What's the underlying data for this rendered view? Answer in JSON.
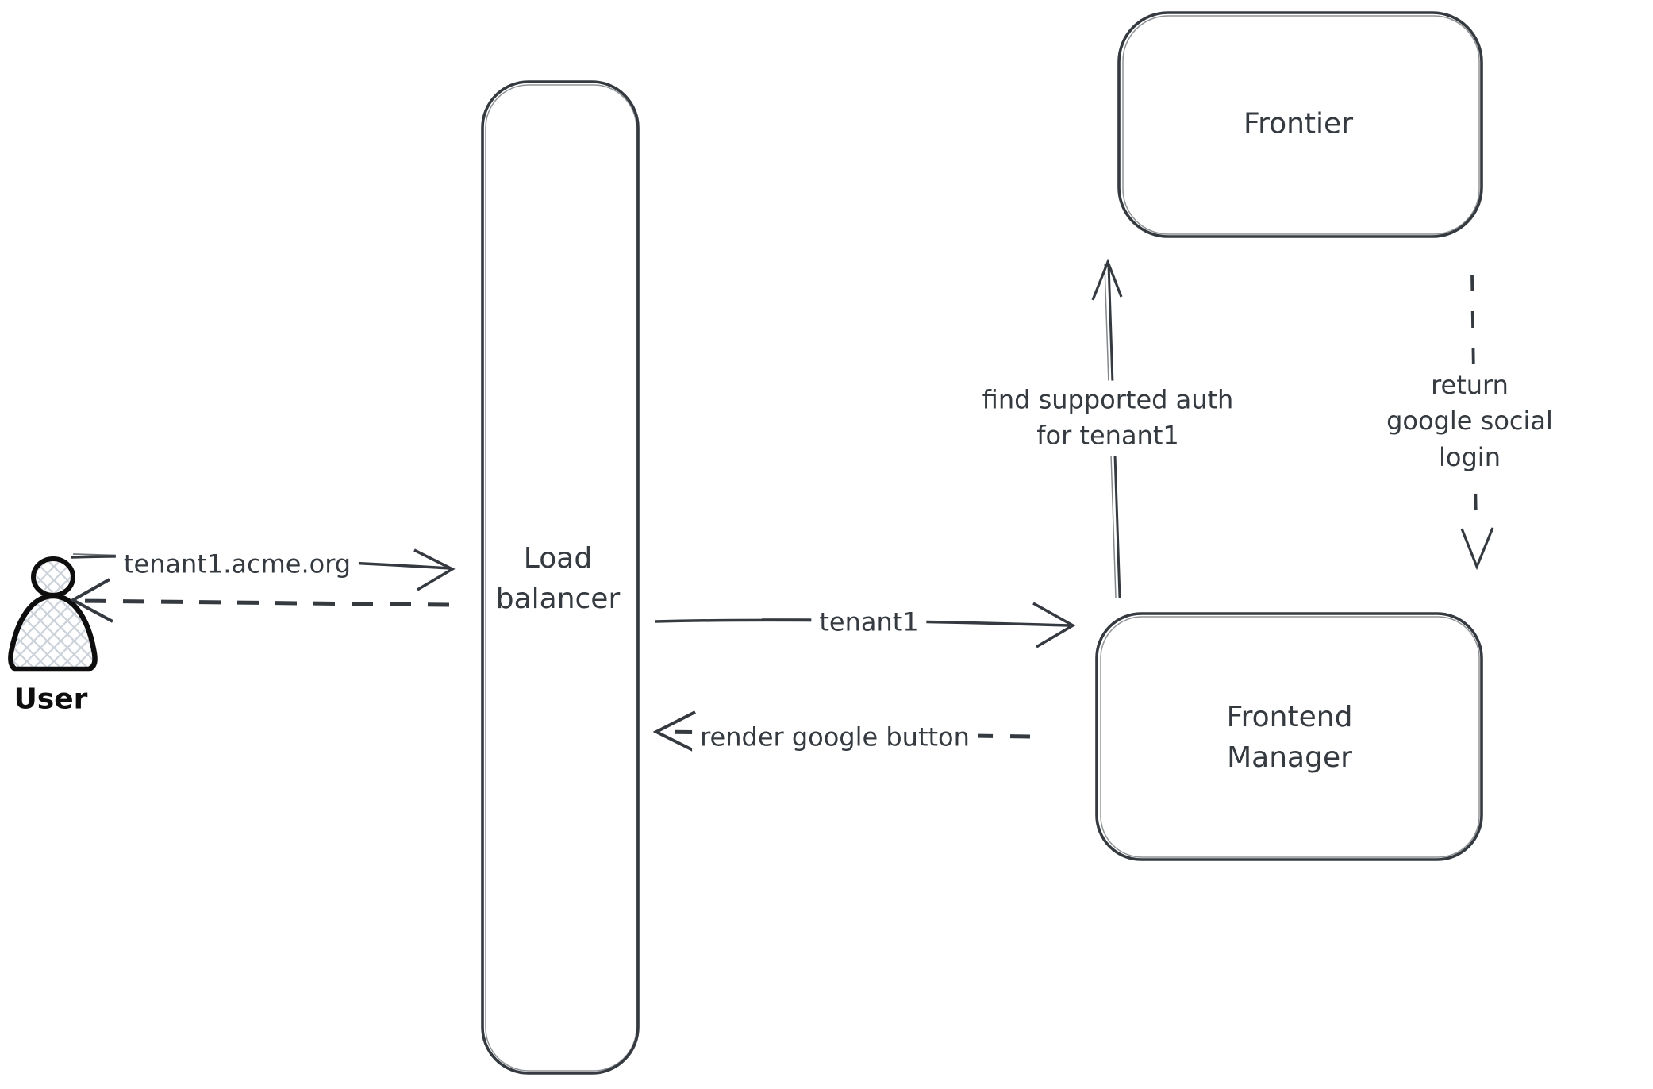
{
  "canvas": {
    "background": "#ffffff",
    "stroke_color": "#343a40",
    "actor_stroke_color": "#0e0e0e",
    "hatch_fill_color": "#ccd2da"
  },
  "actor": {
    "label": "User",
    "icon": "person-icon"
  },
  "nodes": {
    "load_balancer": {
      "label": "Load\nbalancer"
    },
    "frontier": {
      "label": "Frontier"
    },
    "frontend_manager": {
      "label": "Frontend\nManager"
    }
  },
  "edges": {
    "request_domain": {
      "label": "tenant1.acme.org",
      "style": "solid",
      "from": "User",
      "to": "Load balancer"
    },
    "response_to_user": {
      "label": "",
      "style": "dashed",
      "from": "Load balancer",
      "to": "User"
    },
    "forward_tenant": {
      "label": "tenant1",
      "style": "solid",
      "from": "Load balancer",
      "to": "Frontend Manager"
    },
    "render_button": {
      "label": "render google button",
      "style": "dashed",
      "from": "Frontend Manager",
      "to": "Load balancer"
    },
    "find_auth": {
      "label": "find supported auth\nfor tenant1",
      "style": "solid",
      "from": "Frontend Manager",
      "to": "Frontier"
    },
    "return_login": {
      "label": "return google social\nlogin",
      "style": "dashed",
      "from": "Frontier",
      "to": "Frontend Manager"
    }
  }
}
